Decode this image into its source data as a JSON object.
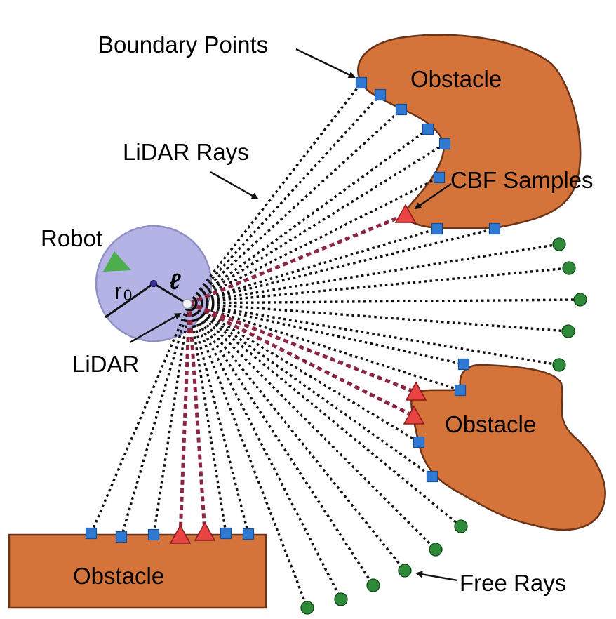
{
  "labels": {
    "boundary_points": "Boundary Points",
    "lidar_rays": "LiDAR Rays",
    "robot": "Robot",
    "r0": "r",
    "r0_sub": "0",
    "ell": "ℓ",
    "lidar": "LiDAR",
    "cbf_samples": "CBF Samples",
    "free_rays": "Free Rays",
    "obstacle_top": "Obstacle",
    "obstacle_right": "Obstacle",
    "obstacle_bottom": "Obstacle"
  },
  "colors": {
    "obstacle_fill": "#d4733a",
    "obstacle_stroke": "#6b3318",
    "robot_fill": "#b3b3e6",
    "boundary_point": "#2f79d3",
    "free_ray_end": "#2e8a38",
    "cbf_sample": "#e84444",
    "cbf_ray": "#8b2641"
  }
}
